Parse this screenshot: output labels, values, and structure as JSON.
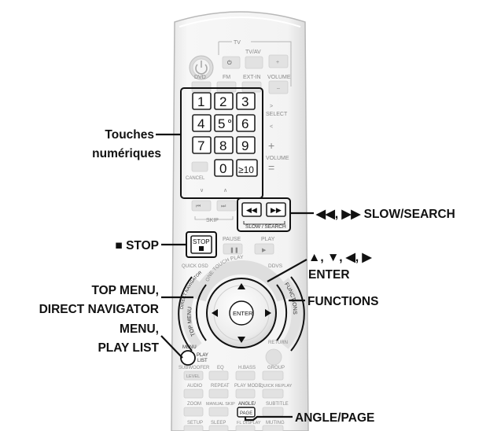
{
  "remote": {
    "tv_group": "TV",
    "tv_av": "TV/AV",
    "volume_top": "VOLUME",
    "sources": [
      "DVD",
      "FM",
      "EXT-IN"
    ],
    "select": "SELECT",
    "volume_side": "VOLUME",
    "keypad": [
      "1",
      "2",
      "3",
      "4",
      "5",
      "6",
      "7",
      "8",
      "9",
      "0",
      "≥10"
    ],
    "cancel": "CANCEL",
    "skip": "SKIP",
    "slow_search": "SLOW / SEARCH",
    "stop": "STOP",
    "pause": "PAUSE",
    "play": "PLAY",
    "quick_osd": "QUICK OSD",
    "dvs": "DDVS",
    "one_touch_play": "ONE TOUCH PLAY",
    "direct_navigator": "DIRECT NAVIGATOR",
    "top_menu": "TOP MENU",
    "functions": "FUNCTIONS",
    "enter": "ENTER",
    "menu": "MENU",
    "play_list": "PLAY\nLIST",
    "return": "RETURN",
    "row1": [
      "SUBWOOFER",
      "EQ",
      "H.BASS",
      "GROUP"
    ],
    "level": "LEVEL",
    "row2": [
      "AUDIO",
      "REPEAT",
      "PLAY MODE",
      "QUICK REPLAY"
    ],
    "row3": [
      "ZOOM",
      "MANUAL SKIP",
      "ANGLE/",
      "SUBTITLE"
    ],
    "page": "PAGE",
    "row4": [
      "SETUP",
      "SLEEP",
      "FL DISPLAY",
      "MUTING"
    ]
  },
  "callouts": {
    "numeric_1": "Touches",
    "numeric_2": "numériques",
    "slow_search": "◀◀, ▶▶ SLOW/SEARCH",
    "stop": "■ STOP",
    "arrows": "▲, ▼, ◀, ▶",
    "enter": "ENTER",
    "top_menu_1": "TOP MENU,",
    "top_menu_2": "DIRECT NAVIGATOR",
    "functions": "FUNCTIONS",
    "menu_1": "MENU,",
    "menu_2": "PLAY LIST",
    "angle_page": "ANGLE/PAGE"
  }
}
